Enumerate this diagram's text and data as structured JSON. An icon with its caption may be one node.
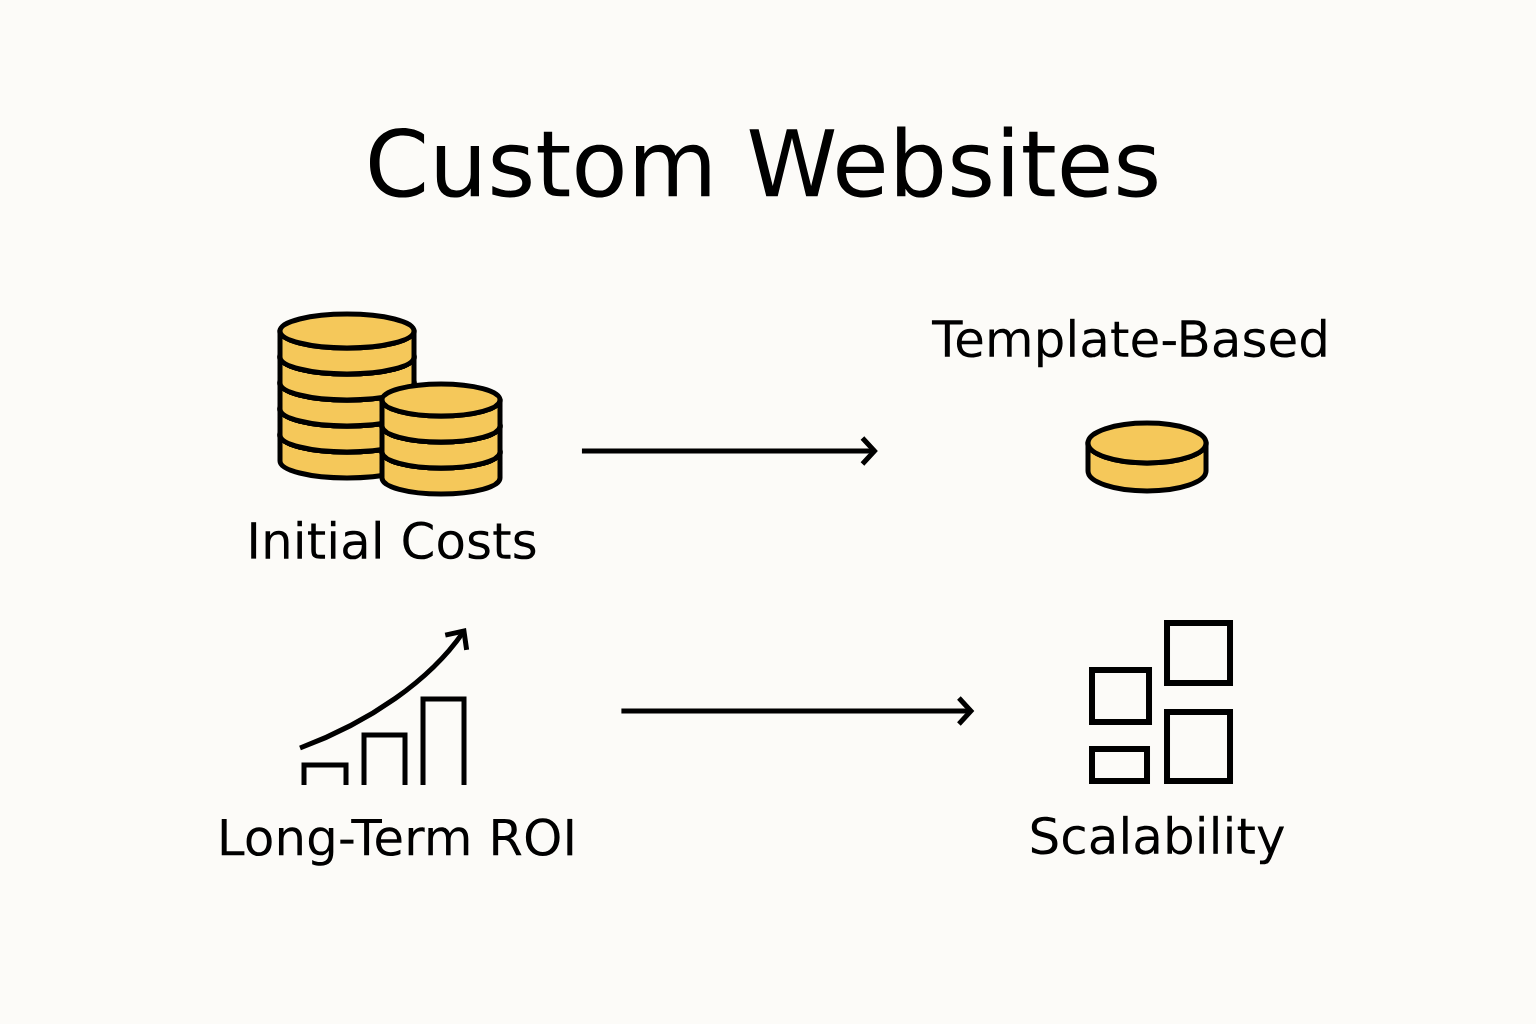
{
  "diagram": {
    "title": "Custom Websites",
    "nodes": [
      {
        "text": [
          "Initial Costs"
        ]
      },
      {
        "text": [
          "Template-Based"
        ]
      },
      {
        "text": [
          "Long-Term ROI"
        ]
      },
      {
        "text": [
          "Scalability"
        ]
      }
    ],
    "edges": [
      {
        "from": 0,
        "to": 1,
        "arrow": "to"
      },
      {
        "from": 2,
        "to": 3,
        "arrow": "to"
      }
    ]
  }
}
